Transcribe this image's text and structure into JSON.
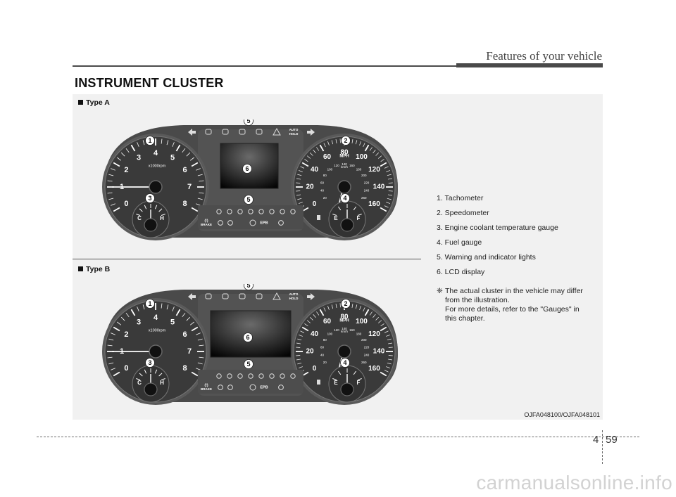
{
  "header": {
    "section_title": "Features of your vehicle"
  },
  "title": "INSTRUMENT CLUSTER",
  "figure": {
    "type_a_label": "Type A",
    "type_b_label": "Type B",
    "image_code": "OJFA048100/OJFA048101"
  },
  "cluster": {
    "tach_labels": [
      "0",
      "1",
      "2",
      "3",
      "4",
      "5",
      "6",
      "7",
      "8"
    ],
    "tach_unit": "x1000rpm",
    "speed_labels": [
      "0",
      "20",
      "40",
      "60",
      "80",
      "100",
      "120",
      "140",
      "160"
    ],
    "speed_unit": "MPH",
    "speed_inner_labels": [
      "20",
      "40",
      "60",
      "80",
      "100",
      "120",
      "140",
      "160",
      "180",
      "200",
      "220",
      "240",
      "260"
    ],
    "speed_inner_unit": "km/h",
    "temp_cold": "C",
    "temp_hot": "H",
    "fuel_empty": "E",
    "fuel_full": "F",
    "auto_hold_line1": "AUTO",
    "auto_hold_line2": "HOLD",
    "epb": "EPB",
    "brake_line1": "(!)",
    "brake_line2": "BRAKE"
  },
  "callouts": [
    "1",
    "2",
    "3",
    "4",
    "5",
    "5",
    "6"
  ],
  "legend": [
    "1. Tachometer",
    "2. Speedometer",
    "3. Engine coolant temperature gauge",
    "4. Fuel gauge",
    "5. Warning and indicator lights",
    "6. LCD display"
  ],
  "note": {
    "mark": "❈",
    "lines": [
      "The actual cluster in the vehicle may differ",
      "from the illustration.",
      "For more details, refer to the \"Gauges\" in",
      "this chapter."
    ]
  },
  "page": {
    "chapter": "4",
    "number": "59"
  },
  "watermark": "carmanualsonline.info",
  "colors": {
    "bezel": "#4a4a4a",
    "dial_face": "#3a3a3a",
    "callout": "#ffffff",
    "panel": "#f1f1f1"
  }
}
